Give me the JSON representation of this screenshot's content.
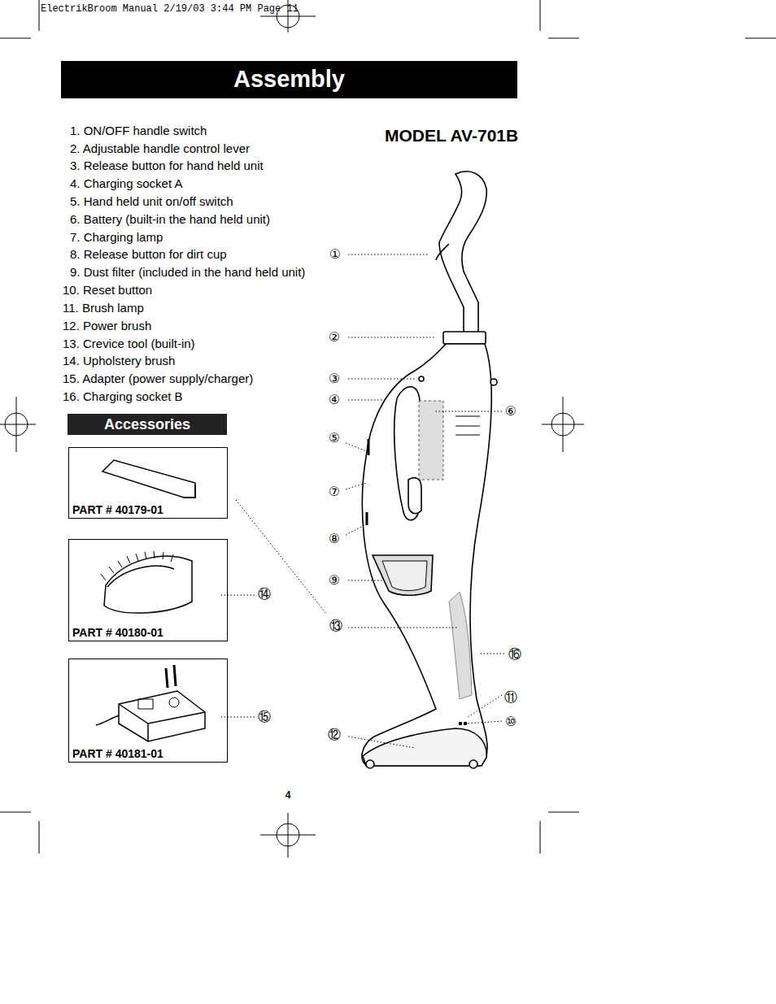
{
  "diagram": {
    "nodes": [
      {
        "text": [
          "Assembly"
        ]
      },
      {
        "text": [
          "Accessories"
        ]
      },
      {
        "text": [
          "PART # 40179-01"
        ]
      },
      {
        "text": [
          "PART # 40180-01"
        ]
      },
      {
        "text": [
          "PART # 40181-01"
        ]
      }
    ],
    "labels": [
      "ElectrikBroom Manual  2/19/03  3:44 PM  Page 11",
      "1. ON/OFF handle switch",
      "2. Adjustable handle control lever",
      "3. Release button for hand held unit",
      "4. Charging socket A",
      "5. Hand held unit on/off switch",
      "6. Battery (built-in the hand held unit)",
      "7. Charging lamp",
      "8. Release button for dirt cup",
      "9. Dust filter (included in the hand held unit)",
      "10. Reset button",
      "11. Brush lamp",
      "12. Power brush",
      "13. Crevice tool (built-in)",
      "14. Upholstery brush",
      "15. Adapter (power supply/charger)",
      "16. Charging socket B",
      "MODEL AV-701B",
      "①",
      "②",
      "③",
      "④",
      "⑤",
      "⑦",
      "⑧",
      "⑨",
      "⑬",
      "⑫",
      "⑥",
      "⑯",
      "⑪",
      "⑩",
      "⑭",
      "⑮",
      "4"
    ]
  }
}
